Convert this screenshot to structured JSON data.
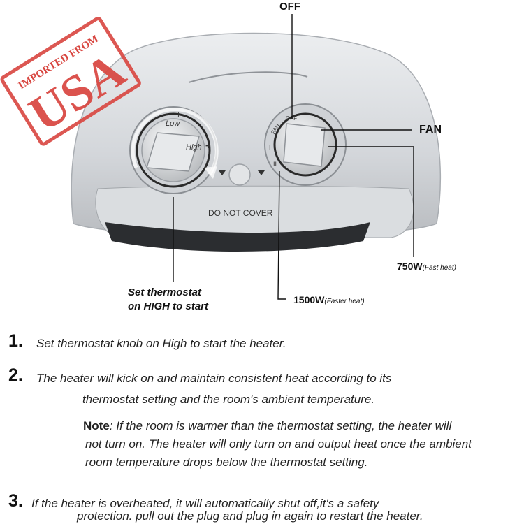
{
  "stamp": {
    "line1": "IMPORTED FROM",
    "line2": "USA",
    "color": "#d8453f"
  },
  "heater": {
    "thermostat_low": "Low",
    "thermostat_high": "High",
    "thermostat_mark_top": "I",
    "thermostat_plus": "+",
    "switch_marks": {
      "off": "OFF",
      "fan": "FAN",
      "one": "I",
      "two": "II"
    },
    "cover_text": "DO NOT COVER",
    "body_color": "#d6d8db"
  },
  "callouts": {
    "off": "OFF",
    "fan": "FAN",
    "w750": "750W",
    "w750_note": "(Fast heat)",
    "w1500": "1500W",
    "w1500_note": "(Faster heat)",
    "thermostat_line1": "Set thermostat",
    "thermostat_line2": "on HIGH to start"
  },
  "instructions": [
    {
      "number": "1.",
      "lines": [
        "Set thermostat knob on High to start the heater."
      ]
    },
    {
      "number": "2.",
      "lines": [
        "The heater will kick on and maintain consistent heat according to its",
        "thermostat setting and the room's ambient temperature."
      ]
    },
    {
      "number": "3.",
      "lines": [
        "If the heater is overheated, it will automatically shut off,it's a safety",
        "protection. pull out the plug and plug in again to restart the heater."
      ]
    }
  ],
  "note": {
    "label": "Note",
    "line1": ": If the room is warmer than the thermostat setting, the heater will",
    "line2": "not turn on. The heater will only turn on and output heat once the ambient",
    "line3": "room temperature drops below the thermostat setting."
  }
}
